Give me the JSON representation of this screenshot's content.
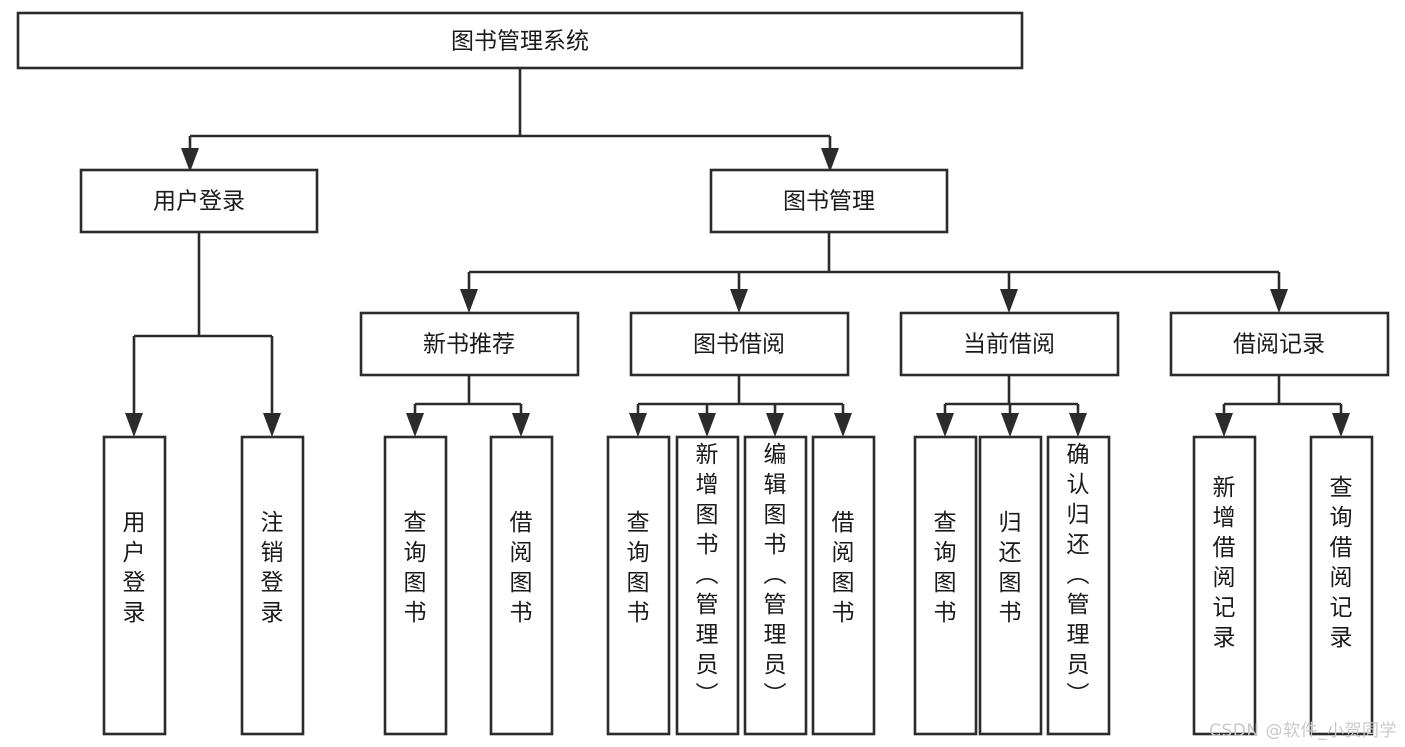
{
  "diagram": {
    "type": "tree-hierarchy",
    "title": "图书管理系统",
    "watermark": "CSDN @软件_小贺同学",
    "colors": {
      "stroke": "#2b2b2b",
      "fill": "#ffffff",
      "text": "#1a1a1a",
      "watermark": "#c9c9c9"
    },
    "levels": [
      {
        "level": 1,
        "nodes": [
          {
            "id": "root",
            "label": "图书管理系统",
            "orientation": "horizontal"
          }
        ]
      },
      {
        "level": 2,
        "nodes": [
          {
            "id": "user-login",
            "label": "用户登录",
            "orientation": "horizontal",
            "parent": "root"
          },
          {
            "id": "book-manage",
            "label": "图书管理",
            "orientation": "horizontal",
            "parent": "root"
          }
        ]
      },
      {
        "level": 3,
        "nodes": [
          {
            "id": "new-book-rec",
            "label": "新书推荐",
            "orientation": "horizontal",
            "parent": "book-manage"
          },
          {
            "id": "book-borrow",
            "label": "图书借阅",
            "orientation": "horizontal",
            "parent": "book-manage"
          },
          {
            "id": "current-borrow",
            "label": "当前借阅",
            "orientation": "horizontal",
            "parent": "book-manage"
          },
          {
            "id": "borrow-record",
            "label": "借阅记录",
            "orientation": "horizontal",
            "parent": "book-manage"
          }
        ]
      },
      {
        "level": 4,
        "nodes": [
          {
            "id": "leaf-user-login",
            "label": "用户登录",
            "orientation": "vertical",
            "parent": "user-login"
          },
          {
            "id": "leaf-user-logout",
            "label": "注销登录",
            "orientation": "vertical",
            "parent": "user-login"
          },
          {
            "id": "leaf-rec-query",
            "label": "查询图书",
            "orientation": "vertical",
            "parent": "new-book-rec"
          },
          {
            "id": "leaf-rec-borrow",
            "label": "借阅图书",
            "orientation": "vertical",
            "parent": "new-book-rec"
          },
          {
            "id": "leaf-borrow-query",
            "label": "查询图书",
            "orientation": "vertical",
            "parent": "book-borrow"
          },
          {
            "id": "leaf-borrow-add",
            "label": "新增图书（管理员）",
            "orientation": "vertical",
            "parent": "book-borrow"
          },
          {
            "id": "leaf-borrow-edit",
            "label": "编辑图书（管理员）",
            "orientation": "vertical",
            "parent": "book-borrow"
          },
          {
            "id": "leaf-borrow-do",
            "label": "借阅图书",
            "orientation": "vertical",
            "parent": "book-borrow"
          },
          {
            "id": "leaf-cur-query",
            "label": "查询图书",
            "orientation": "vertical",
            "parent": "current-borrow"
          },
          {
            "id": "leaf-cur-return",
            "label": "归还图书",
            "orientation": "vertical",
            "parent": "current-borrow"
          },
          {
            "id": "leaf-cur-confirm",
            "label": "确认归还（管理员）",
            "orientation": "vertical",
            "parent": "current-borrow"
          },
          {
            "id": "leaf-rec-add",
            "label": "新增借阅记录",
            "orientation": "vertical",
            "parent": "borrow-record"
          },
          {
            "id": "leaf-rec-query2",
            "label": "查询借阅记录",
            "orientation": "vertical",
            "parent": "borrow-record"
          }
        ]
      }
    ],
    "edges": [
      {
        "from": "root",
        "to": "user-login"
      },
      {
        "from": "root",
        "to": "book-manage"
      },
      {
        "from": "book-manage",
        "to": "new-book-rec"
      },
      {
        "from": "book-manage",
        "to": "book-borrow"
      },
      {
        "from": "book-manage",
        "to": "current-borrow"
      },
      {
        "from": "book-manage",
        "to": "borrow-record"
      },
      {
        "from": "user-login",
        "to": "leaf-user-login"
      },
      {
        "from": "user-login",
        "to": "leaf-user-logout"
      },
      {
        "from": "new-book-rec",
        "to": "leaf-rec-query"
      },
      {
        "from": "new-book-rec",
        "to": "leaf-rec-borrow"
      },
      {
        "from": "book-borrow",
        "to": "leaf-borrow-query"
      },
      {
        "from": "book-borrow",
        "to": "leaf-borrow-add"
      },
      {
        "from": "book-borrow",
        "to": "leaf-borrow-edit"
      },
      {
        "from": "book-borrow",
        "to": "leaf-borrow-do"
      },
      {
        "from": "current-borrow",
        "to": "leaf-cur-query"
      },
      {
        "from": "current-borrow",
        "to": "leaf-cur-return"
      },
      {
        "from": "current-borrow",
        "to": "leaf-cur-confirm"
      },
      {
        "from": "borrow-record",
        "to": "leaf-rec-add"
      },
      {
        "from": "borrow-record",
        "to": "leaf-rec-query2"
      }
    ]
  }
}
